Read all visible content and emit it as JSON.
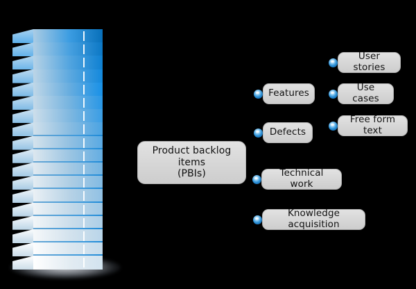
{
  "diagram": {
    "title_node": {
      "label": "Product backlog items\n(PBIs)"
    },
    "items": [
      {
        "label": "Features",
        "bullet": "blue-dot-bullet"
      },
      {
        "label": "Defects",
        "bullet": "blue-dot-bullet"
      },
      {
        "label": "Technical work",
        "bullet": "blue-dot-bullet"
      },
      {
        "label": "Knowledge acquisition",
        "bullet": "blue-dot-bullet"
      },
      {
        "label": "User stories",
        "bullet": "blue-dot-bullet"
      },
      {
        "label": "Use cases",
        "bullet": "blue-dot-bullet"
      },
      {
        "label": "Free form text",
        "bullet": "blue-dot-bullet"
      }
    ],
    "stack": {
      "name": "layered-backlog-stack",
      "layer_count": 18,
      "layer_colors_top": "#0077c8",
      "layer_colors_bottom": "#dce8f7",
      "background": "#000000"
    },
    "colors": {
      "background": "#000000",
      "node_fill": "#d6d6d6",
      "node_border": "#b4b4b4",
      "node_text": "#111111",
      "bullet_blue": "#1b7fd0",
      "stack_blue_dark": "#0077c8",
      "stack_blue_light": "#dce8f7"
    }
  }
}
